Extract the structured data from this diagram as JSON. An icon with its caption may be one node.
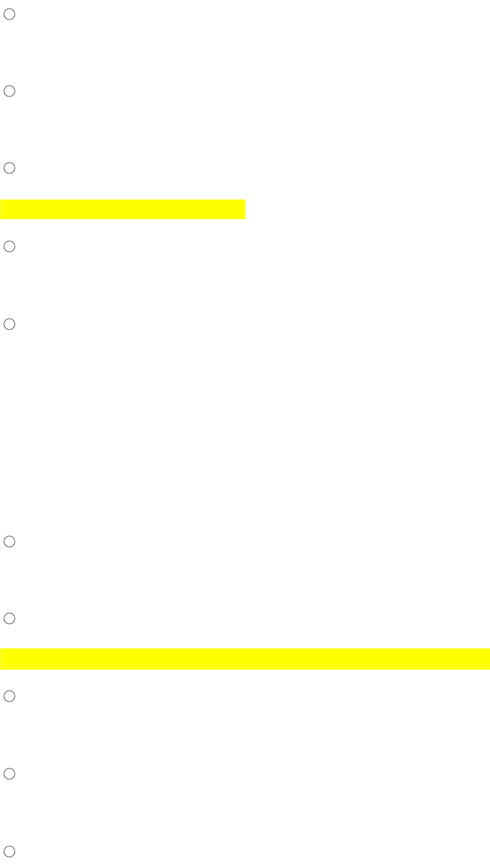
{
  "diagram": {
    "nodes": [
      {
        "text": [],
        "shape": "circle"
      },
      {
        "text": [],
        "shape": "circle"
      },
      {
        "text": [],
        "shape": "circle"
      },
      {
        "text": [],
        "shape": "bar"
      },
      {
        "text": [],
        "shape": "circle"
      },
      {
        "text": [],
        "shape": "circle"
      },
      {
        "text": [],
        "shape": "circle"
      },
      {
        "text": [],
        "shape": "circle"
      },
      {
        "text": [],
        "shape": "bar"
      },
      {
        "text": [],
        "shape": "circle"
      },
      {
        "text": [],
        "shape": "circle"
      },
      {
        "text": [],
        "shape": "circle"
      }
    ]
  }
}
